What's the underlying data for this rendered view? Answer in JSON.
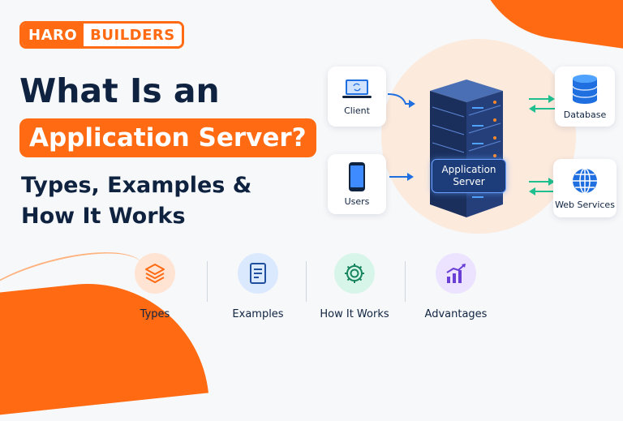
{
  "brand": {
    "part1": "HARO",
    "part2": "BUILDERS"
  },
  "headline": {
    "line1": "What Is an",
    "line2": "Application Server?",
    "sub1": "Types, Examples &",
    "sub2": "How It Works"
  },
  "diagram": {
    "client": "Client",
    "users": "Users",
    "server": [
      "Application",
      "Server"
    ],
    "database": "Database",
    "web_services": "Web Services"
  },
  "features": [
    {
      "label": "Types",
      "icon": "layers-icon"
    },
    {
      "label": "Examples",
      "icon": "document-icon"
    },
    {
      "label": "How It Works",
      "icon": "gear-icon"
    },
    {
      "label": "Advantages",
      "icon": "bar-chart-icon"
    }
  ],
  "colors": {
    "accent": "#ff6a13",
    "navy": "#0f2340",
    "blue": "#1f6fe0",
    "green": "#1fbf8f"
  }
}
